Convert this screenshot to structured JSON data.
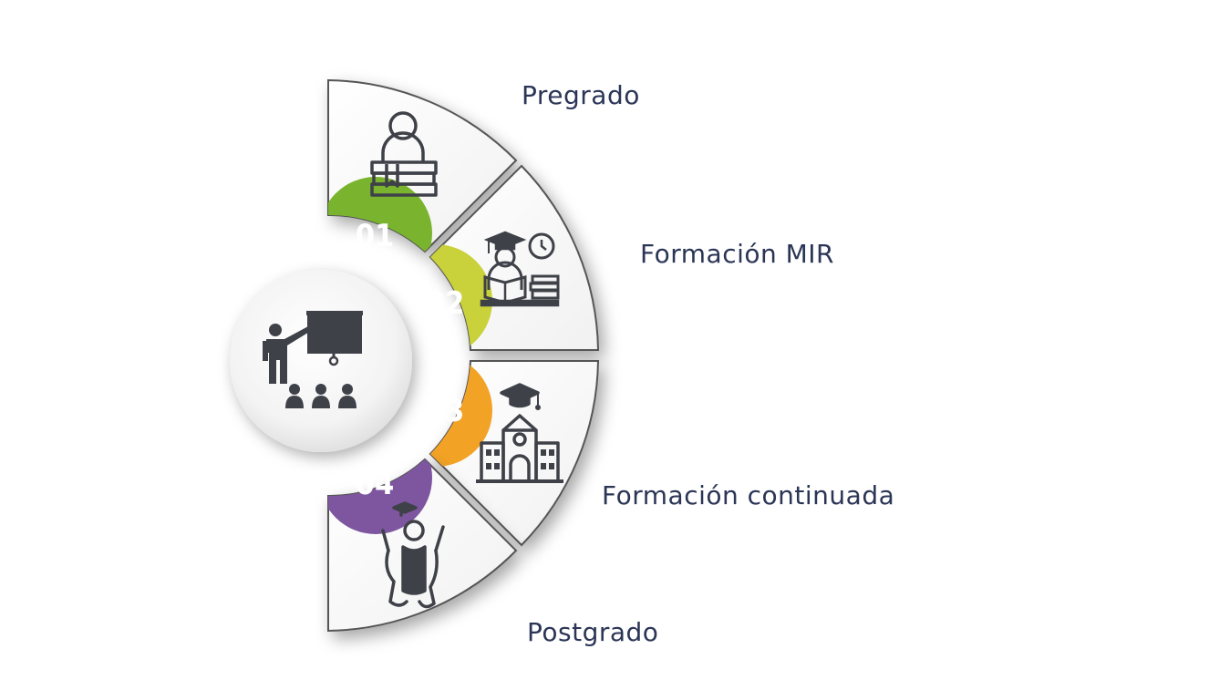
{
  "colors": {
    "segment_1": "#7ab42f",
    "segment_2": "#c9d13b",
    "segment_3": "#f2a224",
    "segment_4": "#7d569f",
    "icon": "#3f4148",
    "label_text": "#2b3556"
  },
  "center": {
    "icon": "teacher-presentation-icon"
  },
  "segments": [
    {
      "number": "01",
      "label": "Pregrado",
      "icon": "student-with-books-icon"
    },
    {
      "number": "02",
      "label": "Formación MIR",
      "icon": "graduate-reading-clock-icon"
    },
    {
      "number": "03",
      "label": "Formación continuada",
      "icon": "university-building-icon"
    },
    {
      "number": "04",
      "label": "Postgrado",
      "icon": "celebrating-graduate-icon"
    }
  ]
}
